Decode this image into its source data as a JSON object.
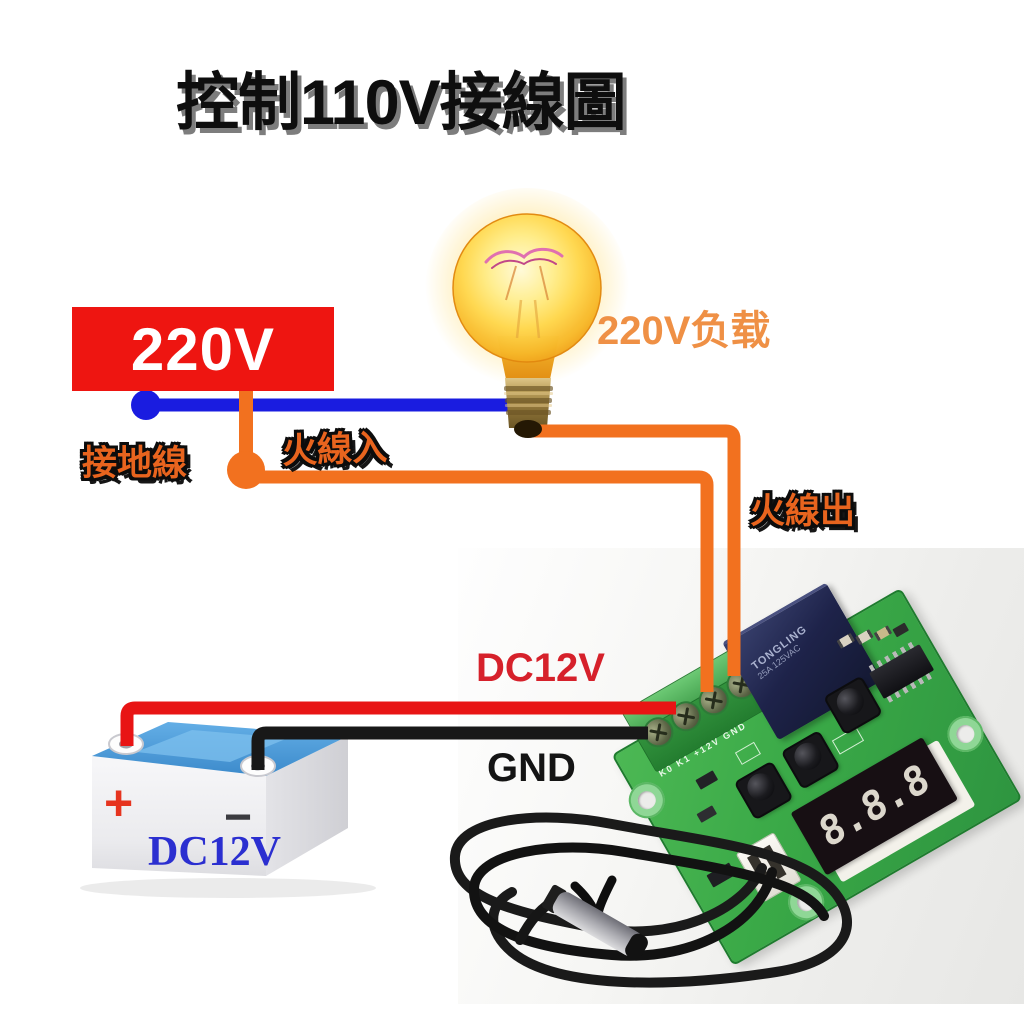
{
  "title": "控制110V接線圖",
  "source_box": {
    "label": "220V"
  },
  "load_label": "220V负载",
  "wire_labels": {
    "ground": "接地線",
    "live_in": "火線入",
    "live_out": "火線出",
    "dc12v": "DC12V",
    "gnd": "GND"
  },
  "battery": {
    "label": "DC12V",
    "plus": "+",
    "minus": "−"
  },
  "board": {
    "display_value": "8.8.8",
    "terminal_silk": "K0 K1 +12V GND",
    "relay_line1": "TONGLING",
    "relay_line2": "25A 125VAC"
  },
  "colors": {
    "box_red": "#ee1511",
    "wire_blue": "#1a1ce0",
    "wire_orange": "#f2711f",
    "wire_red": "#e81414",
    "wire_black": "#181818",
    "label_orange": "#e8641e",
    "load_orange": "#ef9045",
    "dc12v_red": "#d6212b",
    "battery_blue": "#4a98d8",
    "battery_label_blue": "#2b2fd0",
    "pcb_green": "#3aa947"
  }
}
